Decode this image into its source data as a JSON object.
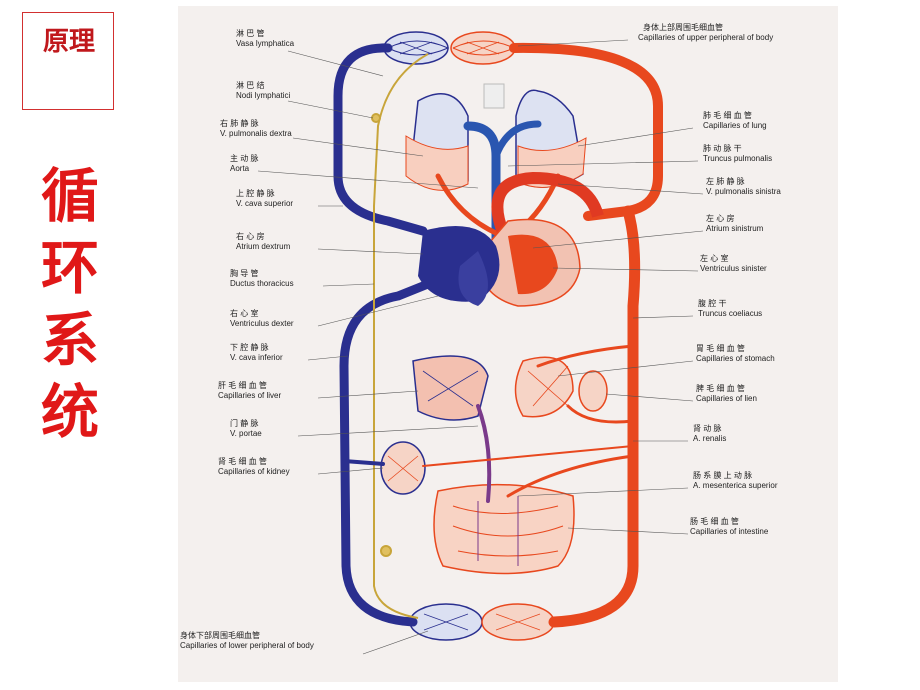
{
  "tag": "原理",
  "title_chars": [
    "循",
    "环",
    "系",
    "统"
  ],
  "colors": {
    "artery": "#e8481e",
    "vein": "#2a2f8f",
    "lymph": "#c8a53a",
    "organ": "#f3b9a6",
    "background": "#f4f0ee",
    "accent_red": "#e01818"
  },
  "labels_left": [
    {
      "cn": "淋 巴 管",
      "en": "Vasa lymphatica"
    },
    {
      "cn": "淋 巴 结",
      "en": "Nodi lymphatici"
    },
    {
      "cn": "右 肺 静 脉",
      "en": "V. pulmonalis dextra"
    },
    {
      "cn": "主 动 脉",
      "en": "Aorta"
    },
    {
      "cn": "上 腔 静 脉",
      "en": "V. cava superior"
    },
    {
      "cn": "右 心 房",
      "en": "Atrium dextrum"
    },
    {
      "cn": "胸 导 管",
      "en": "Ductus thoracicus"
    },
    {
      "cn": "右 心 室",
      "en": "Ventriculus dexter"
    },
    {
      "cn": "下 腔 静 脉",
      "en": "V. cava inferior"
    },
    {
      "cn": "肝 毛 细 血 管",
      "en": "Capillaries of liver"
    },
    {
      "cn": "门 静 脉",
      "en": "V. portae"
    },
    {
      "cn": "肾 毛 细 血 管",
      "en": "Capillaries of kidney"
    }
  ],
  "labels_right": [
    {
      "cn": "身体上部周围毛细血管",
      "en": "Capillaries of upper peripheral of body"
    },
    {
      "cn": "肺 毛 细 血 管",
      "en": "Capillaries of lung"
    },
    {
      "cn": "肺 动 脉 干",
      "en": "Truncus pulmonalis"
    },
    {
      "cn": "左 肺 静 脉",
      "en": "V. pulmonalis sinistra"
    },
    {
      "cn": "左 心 房",
      "en": "Atrium sinistrum"
    },
    {
      "cn": "左 心 室",
      "en": "Ventriculus sinister"
    },
    {
      "cn": "腹 腔 干",
      "en": "Truncus coeliacus"
    },
    {
      "cn": "胃 毛 细 血 管",
      "en": "Capillaries of stomach"
    },
    {
      "cn": "脾 毛 细 血 管",
      "en": "Capillaries of lien"
    },
    {
      "cn": "肾 动 脉",
      "en": "A. renalis"
    },
    {
      "cn": "肠 系 膜 上 动 脉",
      "en": "A. mesenterica superior"
    },
    {
      "cn": "肠 毛 细 血 管",
      "en": "Capillaries of intestine"
    }
  ],
  "label_bottom": {
    "cn": "身体下部周围毛细血管",
    "en": "Capillaries of lower peripheral of body"
  }
}
